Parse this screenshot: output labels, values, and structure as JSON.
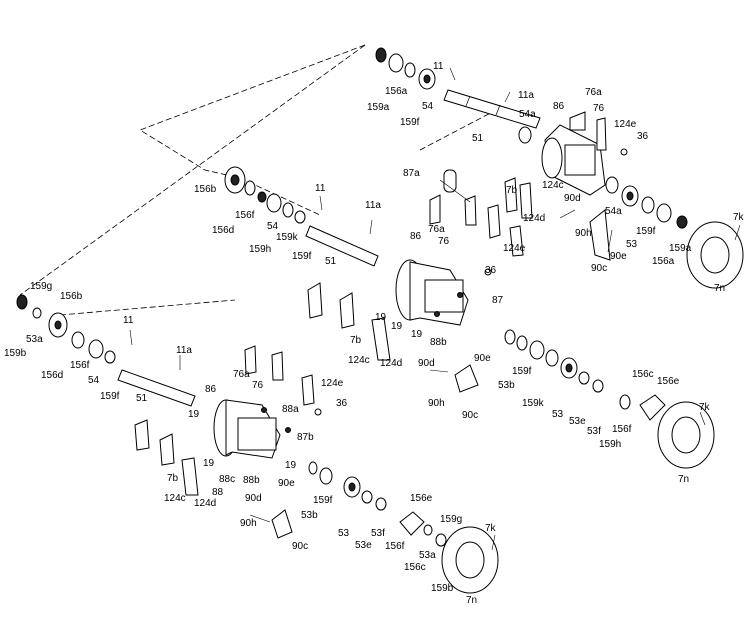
{
  "labels": [
    "11",
    "159a",
    "156a",
    "159f",
    "54",
    "11a",
    "54a",
    "51",
    "86",
    "76a",
    "76",
    "124e",
    "36",
    "156b",
    "156f",
    "156d",
    "159h",
    "54",
    "159k",
    "159f",
    "11",
    "11a",
    "51",
    "87a",
    "7b",
    "124c",
    "124d",
    "54a",
    "90d",
    "90h",
    "86",
    "76a",
    "76",
    "124e",
    "159f",
    "53",
    "159a",
    "156a",
    "90e",
    "90c",
    "7k",
    "7n",
    "36",
    "87",
    "159g",
    "156b",
    "53a",
    "159b",
    "156d",
    "156f",
    "54",
    "11",
    "11a",
    "159f",
    "51",
    "19",
    "19",
    "19",
    "7b",
    "124c",
    "124d",
    "88b",
    "90d",
    "90e",
    "90h",
    "90c",
    "53b",
    "159f",
    "159k",
    "53",
    "53e",
    "53f",
    "159h",
    "156f",
    "156c",
    "156e",
    "7k",
    "7n",
    "76a",
    "76",
    "86",
    "88a",
    "124e",
    "36",
    "19",
    "87b",
    "7b",
    "124c",
    "124d",
    "88",
    "88c",
    "19",
    "88b",
    "90d",
    "90e",
    "90h",
    "90c",
    "53b",
    "159f",
    "53",
    "53e",
    "53f",
    "156f",
    "156e",
    "156c",
    "53a",
    "159g",
    "159b",
    "7k",
    "7n",
    "19"
  ]
}
